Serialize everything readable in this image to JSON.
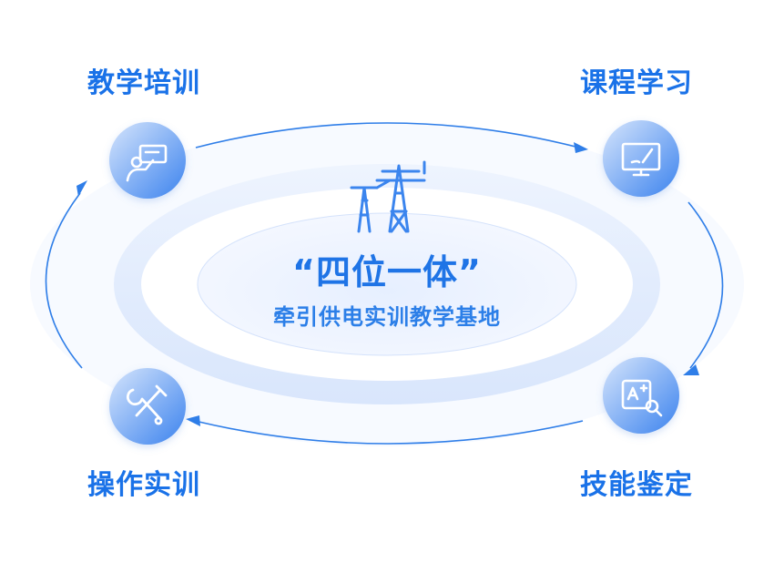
{
  "nodes": {
    "top_left": "教学培训",
    "top_right": "课程学习",
    "bottom_left": "操作实训",
    "bottom_right": "技能鉴定"
  },
  "center": {
    "title": "“四位一体”",
    "subtitle": "牵引供电实训教学基地"
  },
  "colors": {
    "accent": "#1a72e8",
    "ring": "#2f7ee8",
    "icon_gradient_start": "#c9dcfb",
    "icon_gradient_end": "#3f86ef"
  },
  "icons": {
    "top_left": "teacher-presentation-icon",
    "top_right": "monitor-pen-icon",
    "bottom_left": "wrench-screwdriver-icon",
    "bottom_right": "exam-magnifier-icon",
    "center": "power-tower-icon"
  }
}
